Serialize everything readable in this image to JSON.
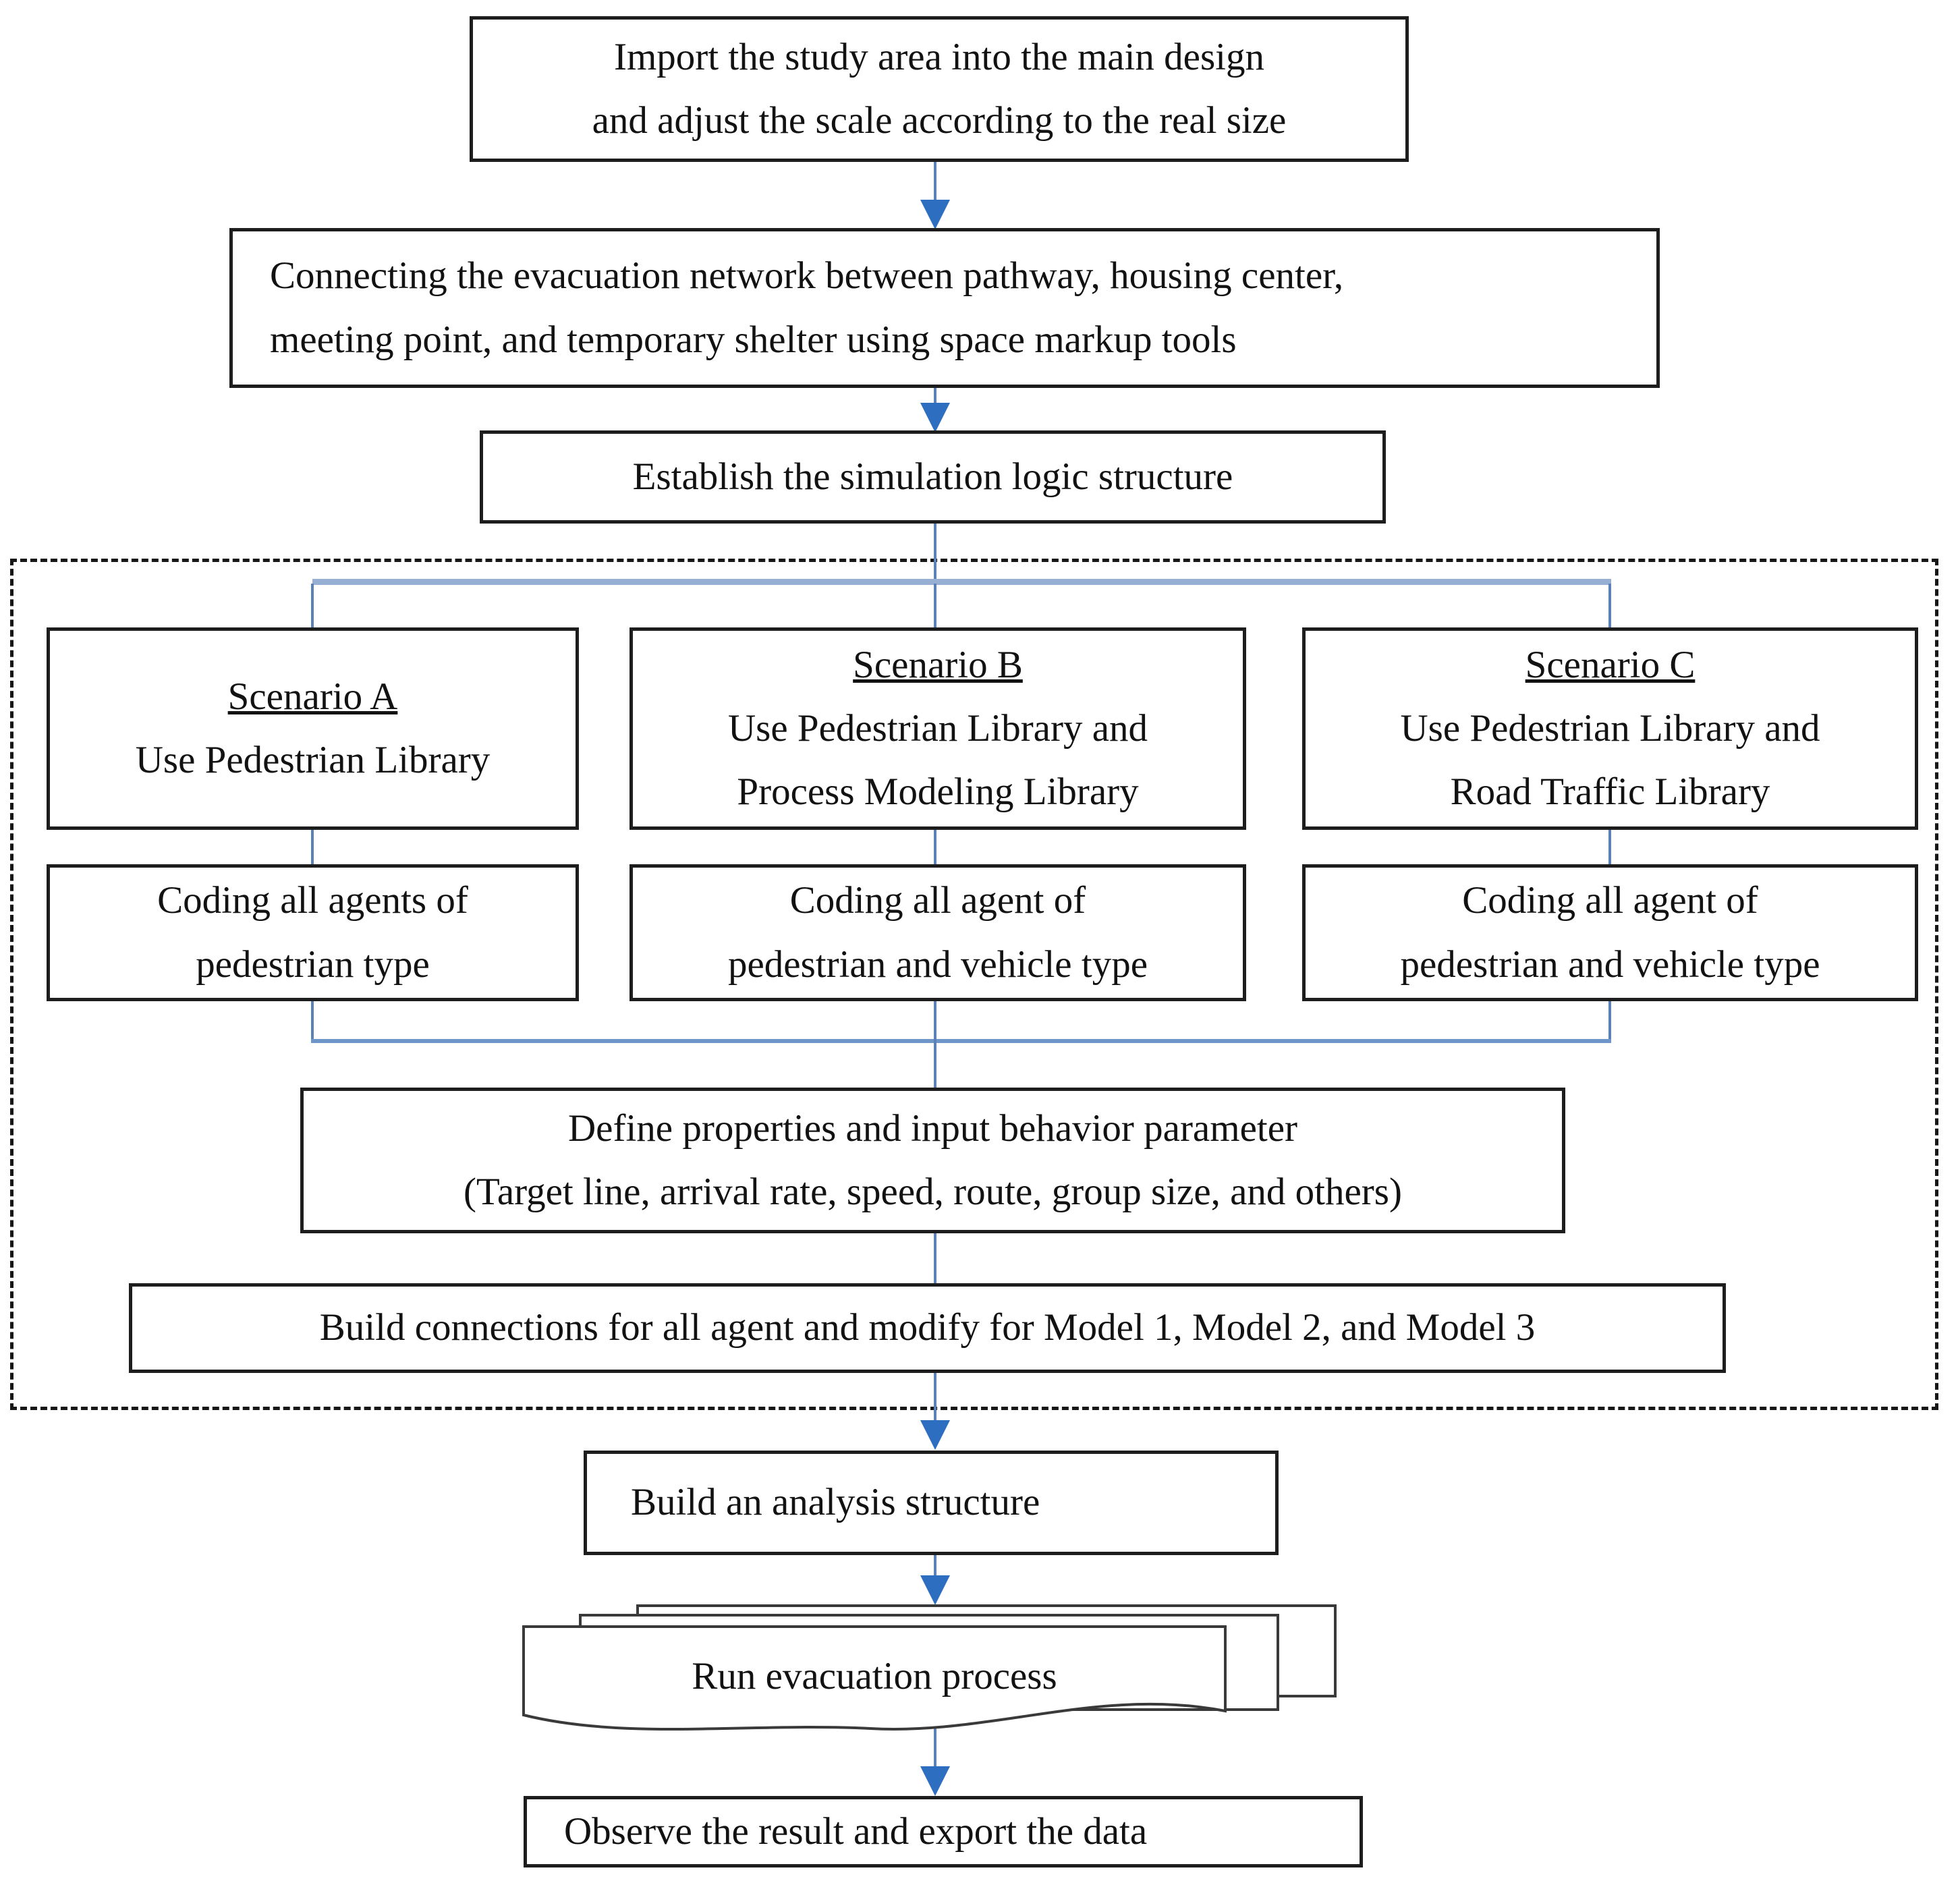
{
  "colors": {
    "stem_blue": "#5A82B9",
    "branch_blue": "#96AFD2",
    "merge_blue": "#6E96C8",
    "arrow_blue": "#2D6EC0",
    "box_border": "#1d1d1d"
  },
  "flowchart": {
    "import": {
      "lines": [
        "Import the study area into the main design",
        "and adjust the scale according to the real size"
      ]
    },
    "connect": {
      "lines": [
        "Connecting the evacuation network between pathway, housing center,",
        "meeting point, and temporary shelter using space markup tools"
      ]
    },
    "establish": {
      "text": "Establish the simulation logic structure"
    },
    "scenarios": [
      {
        "label": "Scenario A",
        "library_lines": [
          "Use Pedestrian Library"
        ],
        "coding_lines": [
          "Coding all agents of",
          "pedestrian type"
        ]
      },
      {
        "label": "Scenario B",
        "library_lines": [
          "Use Pedestrian Library and",
          "Process Modeling Library"
        ],
        "coding_lines": [
          "Coding all agent of",
          "pedestrian and vehicle type"
        ]
      },
      {
        "label": "Scenario C",
        "library_lines": [
          "Use Pedestrian Library and",
          "Road Traffic Library"
        ],
        "coding_lines": [
          "Coding all agent of",
          "pedestrian and vehicle type"
        ]
      }
    ],
    "define": {
      "lines": [
        "Define properties and input behavior parameter",
        "(Target line, arrival rate, speed, route, group size, and others)"
      ]
    },
    "build_connections": {
      "text": "Build connections for all agent and modify for Model 1, Model 2, and Model 3"
    },
    "analysis": {
      "text": "Build an analysis structure"
    },
    "run": {
      "text": "Run evacuation process"
    },
    "observe": {
      "text": "Observe the result and export the data"
    }
  }
}
